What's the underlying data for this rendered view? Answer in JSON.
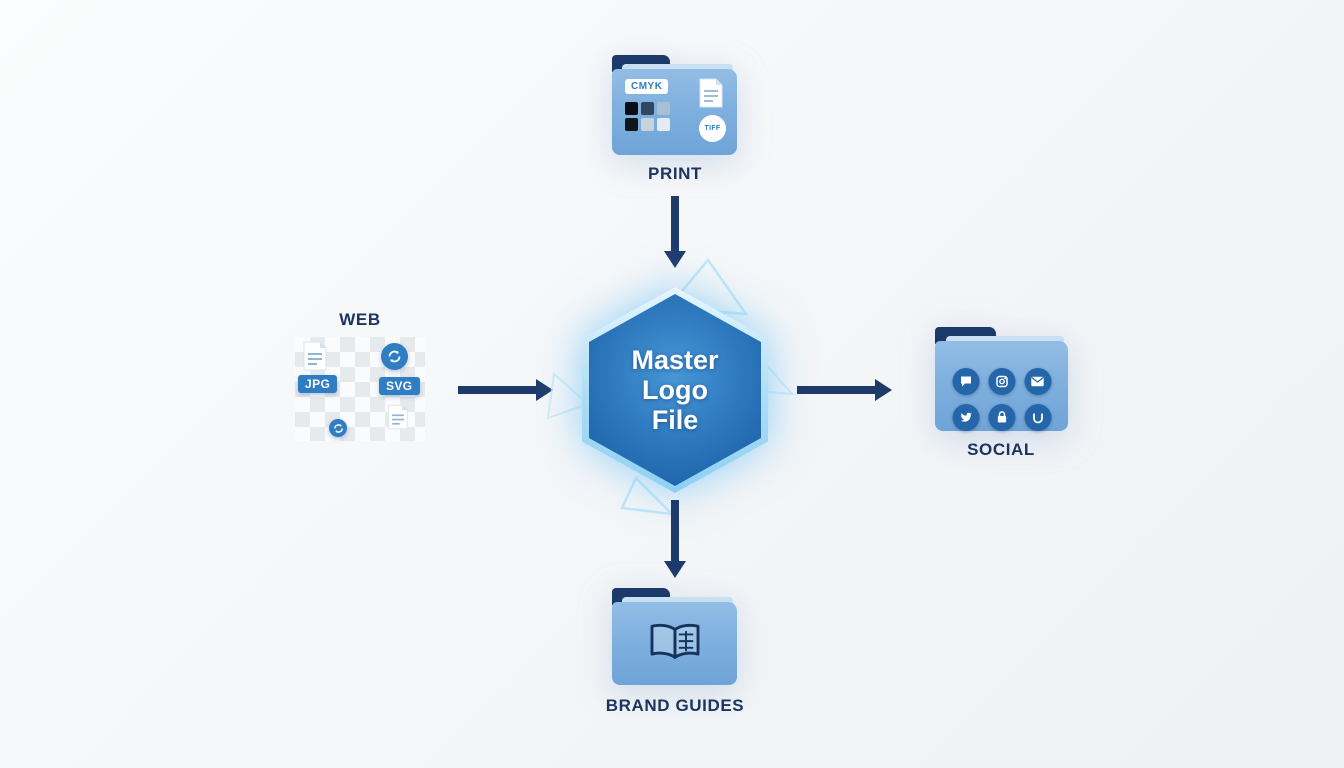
{
  "center": {
    "lines": [
      "Master",
      "Logo",
      "File"
    ]
  },
  "print": {
    "label": "PRINT",
    "cmyk_badge": "CMYK",
    "tiff_badge": "TIFF",
    "swatch_colors": [
      "#0a0e13",
      "#31475e",
      "#a9bfd2",
      "#10151b",
      "#c6d4de",
      "#e3ecf3"
    ]
  },
  "web": {
    "label": "WEB",
    "jpg_badge": "JPG",
    "svg_badge": "SVG"
  },
  "social": {
    "label": "SOCIAL",
    "icon_names": [
      "chat",
      "instagram",
      "mail",
      "twitter",
      "lock",
      "social-app"
    ]
  },
  "brand": {
    "label": "BRAND GUIDES"
  },
  "colors": {
    "arrow": "#1d3a6b",
    "folder_tab": "#1c3a69",
    "folder_body": "#7fb0de",
    "label_text": "#1c3560",
    "hex_core": "#2a74ba",
    "hex_glow": "#aadcf6",
    "badge_blue": "#2f7dc3",
    "background": "#f3f5f7"
  }
}
